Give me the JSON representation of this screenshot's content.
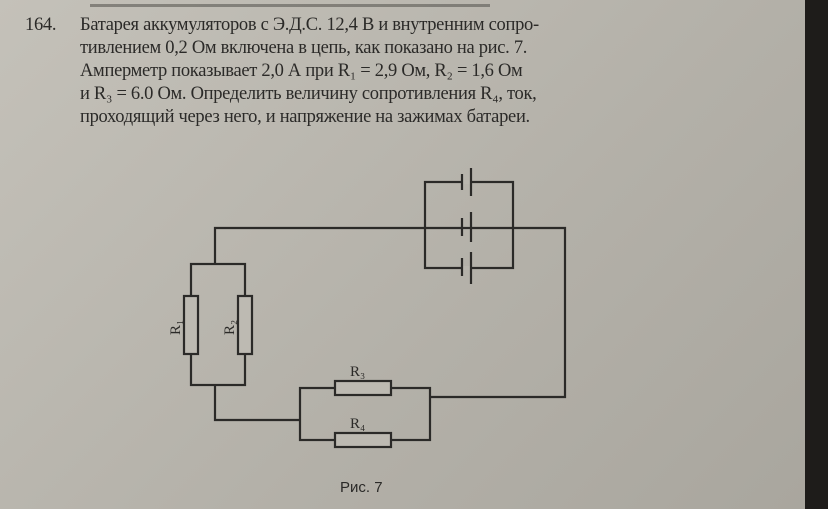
{
  "problem": {
    "number": "164.",
    "lines": [
      "Батарея аккумуляторов с Э.Д.С. 12,4 В и внутренним сопро-",
      "тивлением 0,2 Ом включена в цепь, как показано на рис. 7.",
      "Амперметр показывает 2,0 А при R₁ = 2,9 Ом, R₂ = 1,6 Ом",
      "и R₃ = 6.0 Ом. Определить величину сопротивления R₄, ток,",
      "проходящий через него, и напряжение на зажимах батареи."
    ]
  },
  "figure": {
    "labels": {
      "r1": "R₁",
      "r2": "R₂",
      "r3": "R₃",
      "r4": "R₄"
    },
    "caption": "Рис. 7"
  }
}
